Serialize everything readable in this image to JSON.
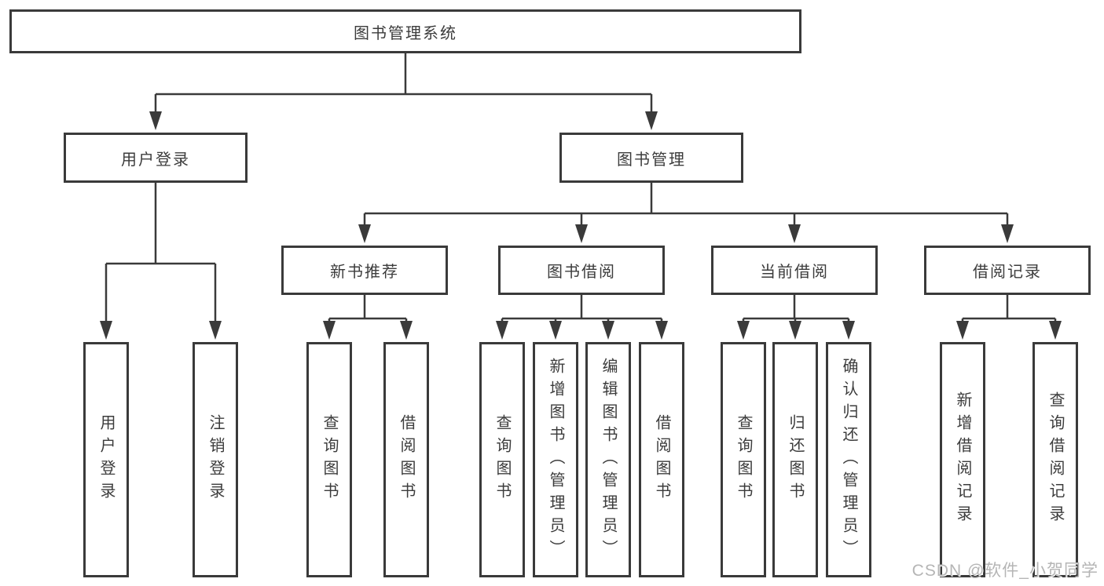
{
  "diagram": {
    "tree": {
      "label": "图书管理系统",
      "children": [
        {
          "label": "用户登录",
          "children": [
            {
              "label": "用户登录"
            },
            {
              "label": "注销登录"
            }
          ]
        },
        {
          "label": "图书管理",
          "children": [
            {
              "label": "新书推荐",
              "children": [
                {
                  "label": "查询图书"
                },
                {
                  "label": "借阅图书"
                }
              ]
            },
            {
              "label": "图书借阅",
              "children": [
                {
                  "label": "查询图书"
                },
                {
                  "label": "新增图书（管理员）"
                },
                {
                  "label": "编辑图书（管理员）"
                },
                {
                  "label": "借阅图书"
                }
              ]
            },
            {
              "label": "当前借阅",
              "children": [
                {
                  "label": "查询图书"
                },
                {
                  "label": "归还图书"
                },
                {
                  "label": "确认归还（管理员）"
                }
              ]
            },
            {
              "label": "借阅记录",
              "children": [
                {
                  "label": "新增借阅记录"
                },
                {
                  "label": "查询借阅记录"
                }
              ]
            }
          ]
        }
      ]
    },
    "colors": {
      "line": "#3a3a3a",
      "box_border": "#3a3a3a",
      "text": "#3c3c3c",
      "background": "#ffffff",
      "watermark_text": "#b5b5b5"
    }
  },
  "watermark": {
    "text": "CSDN @软件_小贺同学"
  }
}
